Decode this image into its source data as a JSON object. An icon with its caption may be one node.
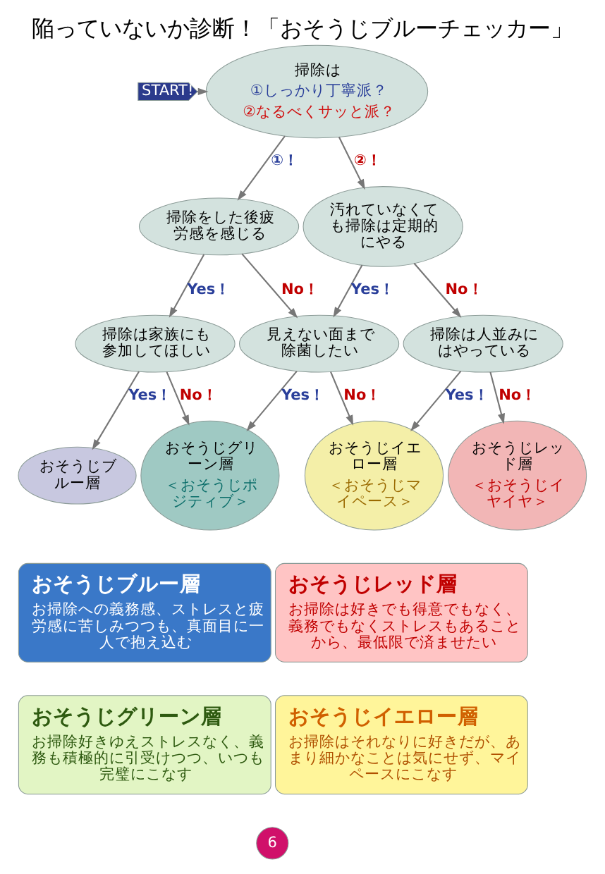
{
  "diagram": {
    "title": "陥っていないか診断！「おそうじブルーチェッカー」",
    "nodes": [
      {
        "text": [
          "START!"
        ]
      },
      {
        "text": [
          "掃除は",
          "①しっかり丁寧派？",
          "②なるべくサッと派？"
        ]
      },
      {
        "text": [
          "掃除をした後疲労感を感じる"
        ]
      },
      {
        "text": [
          "汚れていなくても掃除は定期的にやる"
        ]
      },
      {
        "text": [
          "掃除は家族にも参加してほしい"
        ]
      },
      {
        "text": [
          "見えない面まで除菌したい"
        ]
      },
      {
        "text": [
          "掃除は人並みにはやっている"
        ]
      },
      {
        "text": [
          "おそうじブルー層"
        ]
      },
      {
        "text": [
          "おそうじグリーン層",
          "＜おそうじポジティブ＞"
        ]
      },
      {
        "text": [
          "おそうじイエロー層",
          "＜おそうじマイペース＞"
        ]
      },
      {
        "text": [
          "おそうじレッド層",
          "＜おそうじイヤイヤ＞"
        ]
      },
      {
        "text": [
          "おそうじブルー層",
          "お掃除への義務感、ストレスと疲労感に苦しみつつも、真面目に一人で抱え込む"
        ]
      },
      {
        "text": [
          "おそうじレッド層",
          "お掃除は好きでも得意でもなく、義務でもなくストレスもあることから、最低限で済ませたい"
        ]
      },
      {
        "text": [
          "おそうじグリーン層",
          "お掃除好きゆえストレスなく、義務も積極的に引受けつつ、いつも完璧にこなす"
        ]
      },
      {
        "text": [
          "おそうじイエロー層",
          "お掃除はそれなりに好きだが、あまり細かなことは気にせず、マイペースにこなす"
        ]
      }
    ],
    "edges": [
      {
        "from": 0,
        "to": 1,
        "arrow": "to"
      },
      {
        "from": 1,
        "to": 2,
        "arrow": "to",
        "label": "①！"
      },
      {
        "from": 1,
        "to": 3,
        "arrow": "to",
        "label": "②！"
      },
      {
        "from": 2,
        "to": 4,
        "arrow": "to",
        "label": "Yes！"
      },
      {
        "from": 2,
        "to": 5,
        "arrow": "to",
        "label": "No！"
      },
      {
        "from": 3,
        "to": 5,
        "arrow": "to",
        "label": "Yes！"
      },
      {
        "from": 3,
        "to": 6,
        "arrow": "to",
        "label": "No！"
      },
      {
        "from": 4,
        "to": 7,
        "arrow": "to",
        "label": "Yes！"
      },
      {
        "from": 4,
        "to": 8,
        "arrow": "to",
        "label": "No！"
      },
      {
        "from": 5,
        "to": 8,
        "arrow": "to",
        "label": "Yes！"
      },
      {
        "from": 5,
        "to": 9,
        "arrow": "to",
        "label": "No！"
      },
      {
        "from": 6,
        "to": 9,
        "arrow": "to",
        "label": "Yes！"
      },
      {
        "from": 6,
        "to": 10,
        "arrow": "to",
        "label": "No！"
      }
    ],
    "labels": [
      "6"
    ]
  }
}
